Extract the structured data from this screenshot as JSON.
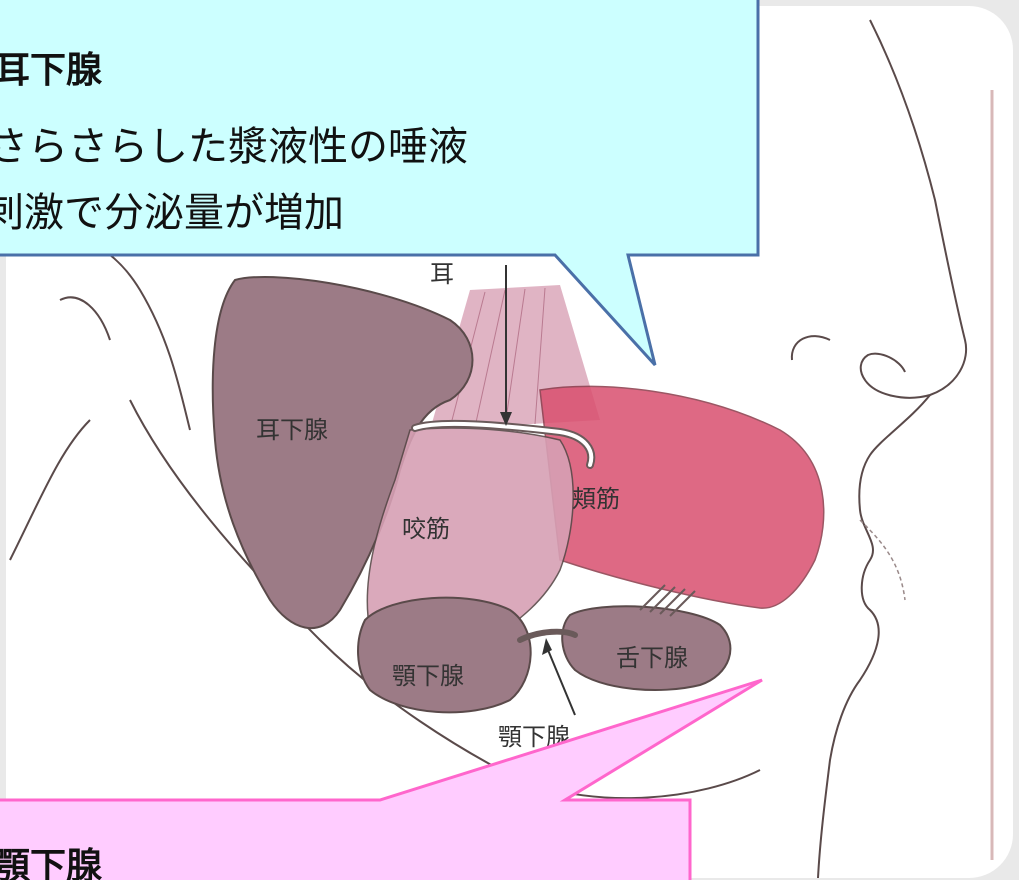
{
  "figure": {
    "labels": {
      "parotid": "耳下腺",
      "masseter": "咬筋",
      "buccinator": "頬筋",
      "submandibular": "顎下腺",
      "sublingual": "舌下腺",
      "submandibular_duct_partial": "顎下腺",
      "top_partial": "耳"
    }
  },
  "callouts": {
    "parotid": {
      "title": "耳下腺",
      "lines": [
        "さらさらした漿液性の唾液",
        "刺激で分泌量が増加"
      ],
      "color": "#ccffff",
      "border": "#4a70a8"
    },
    "submandibular": {
      "title": "顎下腺",
      "color": "#ffccff",
      "border": "#ff66cc"
    }
  },
  "colors": {
    "background": "#e9e9e9",
    "panel": "#ffffff",
    "gland": "#9c7b86",
    "masseter": "#d7a0b4",
    "buccinator": "#d9506f",
    "outline": "#5a4a4a"
  }
}
